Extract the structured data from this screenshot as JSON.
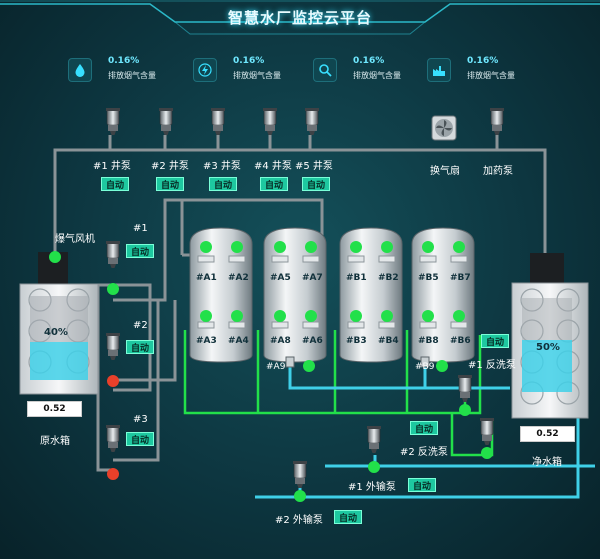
{
  "title": "智慧水厂监控云平台",
  "stats": [
    {
      "value": "0.16%",
      "label": "排放烟气含量",
      "icon": "water-drop-icon"
    },
    {
      "value": "0.16%",
      "label": "排放烟气含量",
      "icon": "lightning-icon"
    },
    {
      "value": "0.16%",
      "label": "排放烟气含量",
      "icon": "magnifier-icon"
    },
    {
      "value": "0.16%",
      "label": "排放烟气含量",
      "icon": "factory-icon"
    }
  ],
  "wells": [
    {
      "label": "#1 井泵",
      "mode": "自动"
    },
    {
      "label": "#2 井泵",
      "mode": "自动"
    },
    {
      "label": "#3 井泵",
      "mode": "自动"
    },
    {
      "label": "#4 井泵",
      "mode": "自动"
    },
    {
      "label": "#5 井泵",
      "mode": "自动"
    }
  ],
  "fan": {
    "label": "换气扇"
  },
  "dosing_pump": {
    "label": "加药泵"
  },
  "aeration_fan": {
    "label": "爆气风机"
  },
  "raw_tank": {
    "label": "原水箱",
    "level_text": "40%",
    "level": 0.4,
    "reading": "0.52"
  },
  "clean_tank": {
    "label": "净水箱",
    "level_text": "50%",
    "level": 0.5,
    "reading": "0.52"
  },
  "lift_pumps": [
    {
      "label": "#1",
      "mode": "自动"
    },
    {
      "label": "#2",
      "mode": "自动"
    },
    {
      "label": "#3",
      "mode": "自动"
    }
  ],
  "filters": [
    {
      "top": [
        "#A1",
        "#A2"
      ],
      "bottom": [
        "#A3",
        "#A4"
      ]
    },
    {
      "top": [
        "#A5",
        "#A7"
      ],
      "bottom": [
        "#A8",
        "#A6"
      ]
    },
    {
      "top": [
        "#B1",
        "#B2"
      ],
      "bottom": [
        "#B3",
        "#B4"
      ]
    },
    {
      "top": [
        "#B5",
        "#B7"
      ],
      "bottom": [
        "#B8",
        "#B6"
      ]
    }
  ],
  "valve_a9": "#A9",
  "valve_b9": "#B9",
  "backwash_1": {
    "label": "#1 反洗泵",
    "mode": "自动"
  },
  "backwash_2": {
    "label": "#2 反洗泵",
    "mode": "自动"
  },
  "transfer_1": {
    "label": "#1 外输泵",
    "mode": "自动"
  },
  "transfer_2": {
    "label": "#2 外输泵",
    "mode": "自动"
  },
  "colors": {
    "running": "#22e04a",
    "stopped": "#e8402a",
    "accent": "#1ec8a0",
    "clean_water": "#3fd0e8"
  }
}
